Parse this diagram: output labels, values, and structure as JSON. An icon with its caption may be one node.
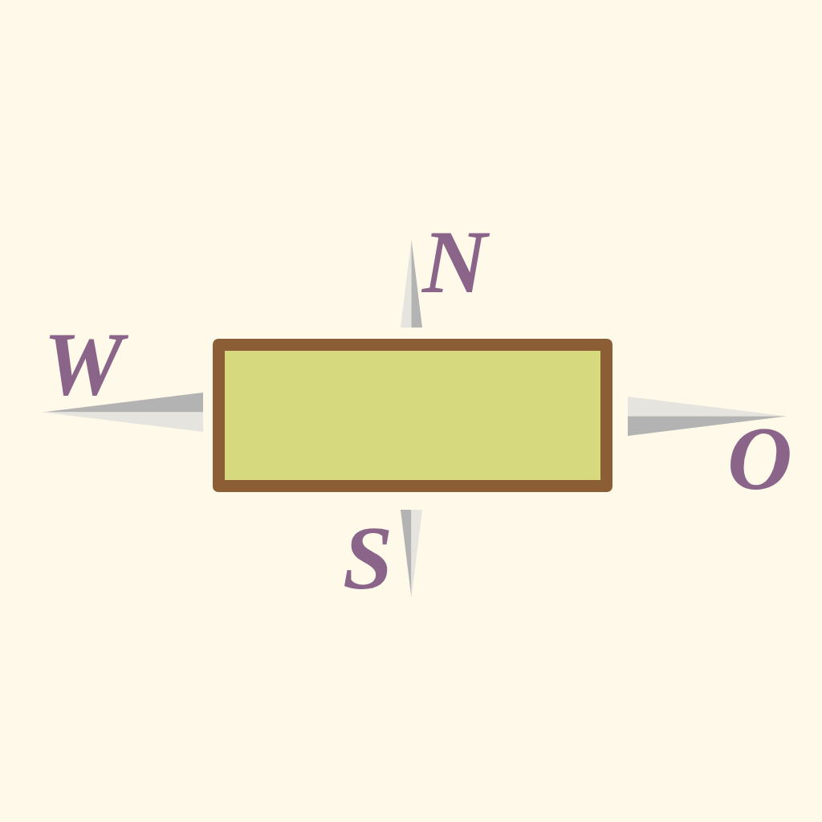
{
  "diagram": {
    "nodes": [
      {
        "text": [],
        "shape": "box"
      }
    ],
    "labels": [
      "N",
      "W",
      "O",
      "S"
    ]
  }
}
